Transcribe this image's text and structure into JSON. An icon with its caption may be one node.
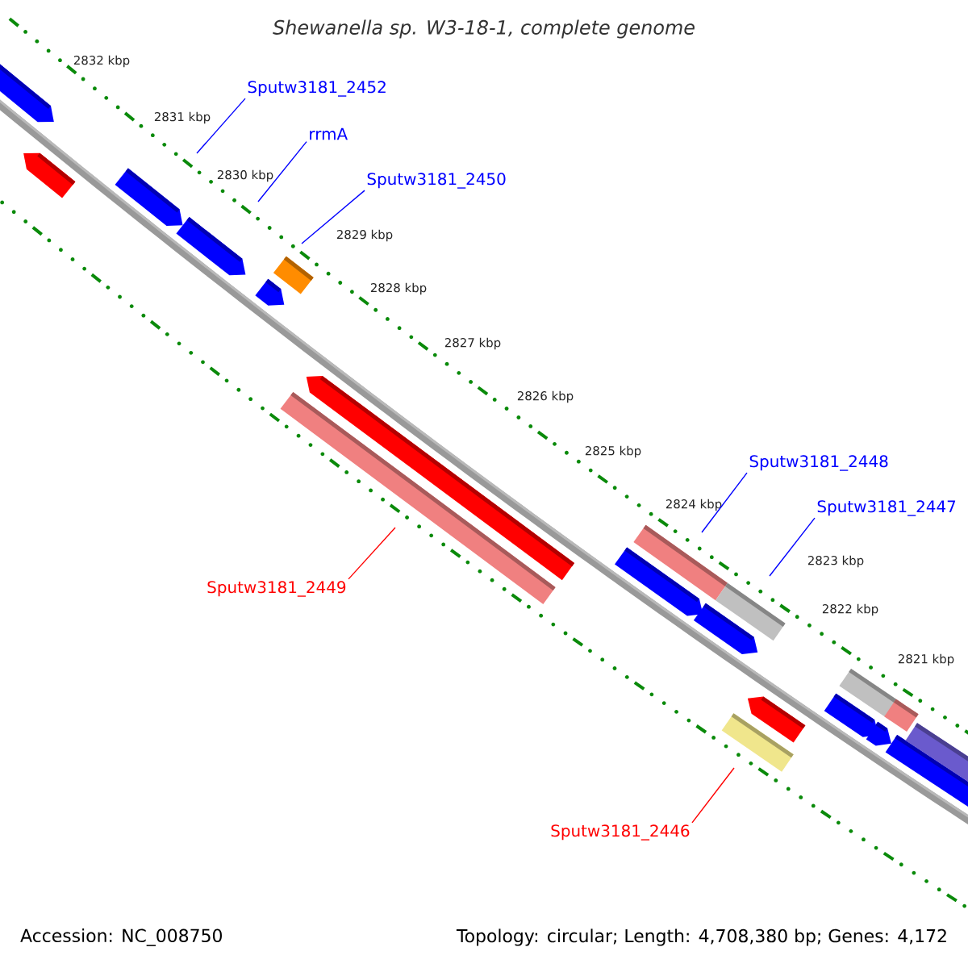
{
  "diagram": {
    "title": "Shewanella sp. W3-18-1, complete genome",
    "nodes": [
      {
        "text": [
          "Sputw3181_2452"
        ]
      },
      {
        "text": [
          "rrmA"
        ]
      },
      {
        "text": [
          "Sputw3181_2450"
        ]
      },
      {
        "text": [
          "Sputw3181_2448"
        ]
      },
      {
        "text": [
          "Sputw3181_2447"
        ]
      },
      {
        "text": [
          "Sputw3181_2449"
        ]
      },
      {
        "text": [
          "Sputw3181_2446"
        ]
      }
    ],
    "edges": [
      {
        "from": 0,
        "to": null,
        "arrow": "none"
      },
      {
        "from": 1,
        "to": null,
        "arrow": "none"
      },
      {
        "from": 2,
        "to": null,
        "arrow": "none"
      },
      {
        "from": 3,
        "to": null,
        "arrow": "none"
      },
      {
        "from": 4,
        "to": null,
        "arrow": "none"
      },
      {
        "from": 5,
        "to": null,
        "arrow": "none",
        "color": "#ff0000"
      },
      {
        "from": 6,
        "to": null,
        "arrow": "none",
        "color": "#ff0000"
      }
    ],
    "labels": [
      "2832 kbp",
      "2831 kbp",
      "2830 kbp",
      "2829 kbp",
      "2828 kbp",
      "2827 kbp",
      "2826 kbp",
      "2825 kbp",
      "2824 kbp",
      "2823 kbp",
      "2822 kbp",
      "2821 kbp",
      "Accession: NC_008750",
      "Topology: circular; Length: 4,708,380 bp; Genes: 4,172"
    ]
  }
}
